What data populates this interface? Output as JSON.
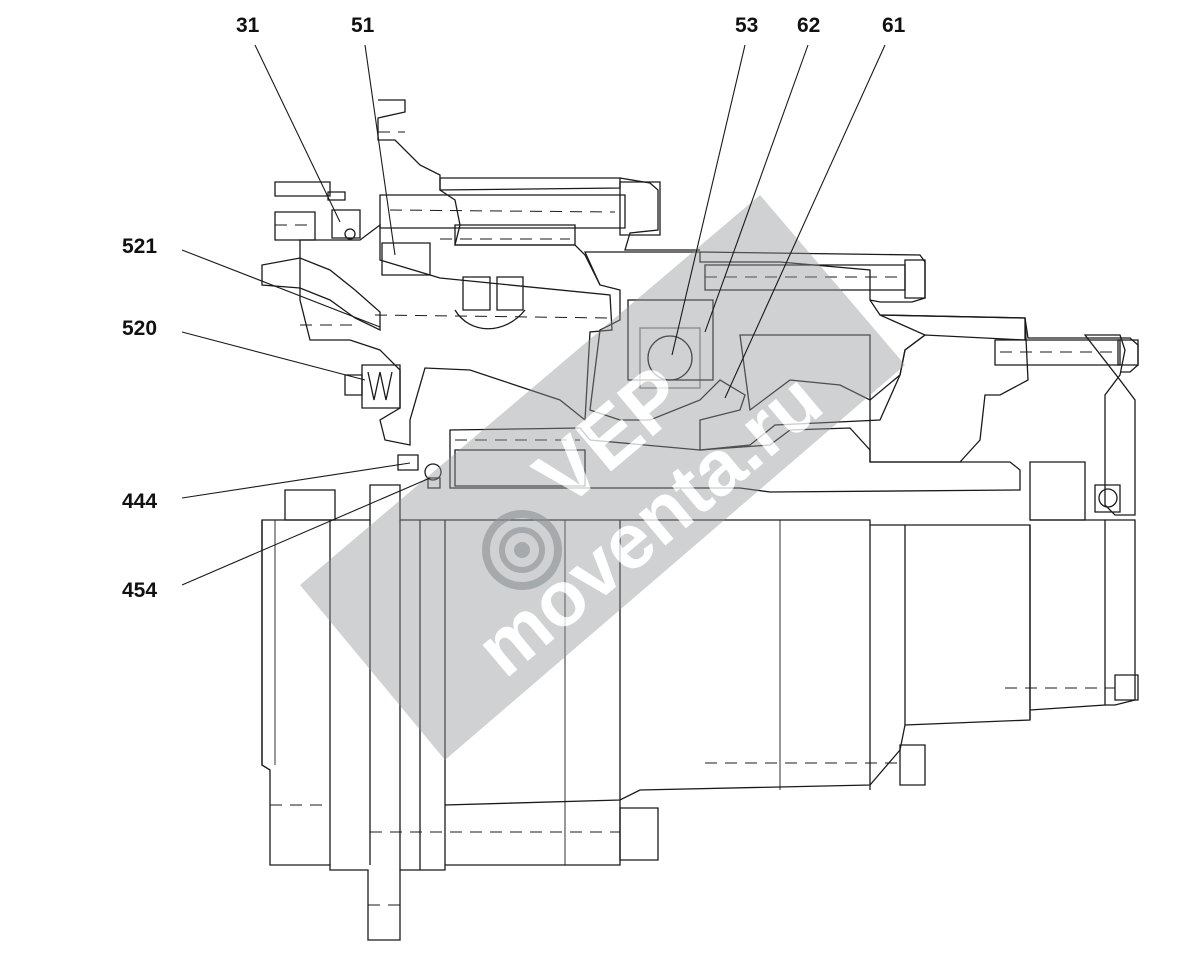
{
  "diagram": {
    "callouts": [
      {
        "id": "31",
        "label": "31"
      },
      {
        "id": "51",
        "label": "51"
      },
      {
        "id": "53",
        "label": "53"
      },
      {
        "id": "62",
        "label": "62"
      },
      {
        "id": "61",
        "label": "61"
      },
      {
        "id": "521",
        "label": "521"
      },
      {
        "id": "520",
        "label": "520"
      },
      {
        "id": "444",
        "label": "444"
      },
      {
        "id": "454",
        "label": "454"
      }
    ]
  },
  "watermark": {
    "brand": "VEP",
    "site": "moventa.ru",
    "color": "#8f9397"
  },
  "colors": {
    "line": "#1a1a1a",
    "watermark": "#8f9397",
    "background": "#ffffff"
  }
}
